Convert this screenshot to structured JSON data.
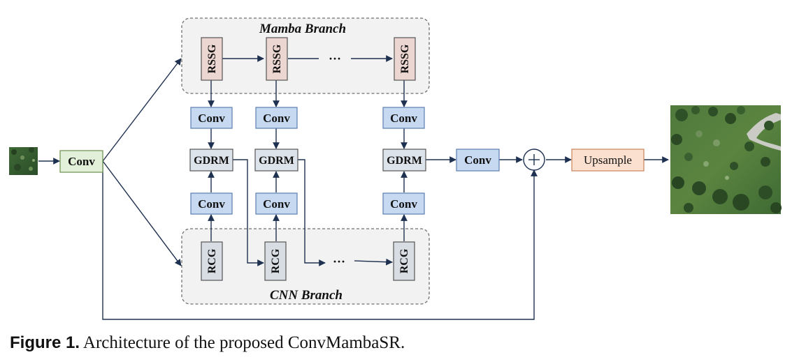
{
  "branches": {
    "mamba_title": "Mamba Branch",
    "cnn_title": "CNN Branch"
  },
  "blocks": {
    "rssg": "RSSG",
    "rcg": "RCG",
    "conv": "Conv",
    "gdrm": "GDRM",
    "upsample": "Upsample",
    "ellipsis": "···",
    "plus": "+"
  },
  "caption": {
    "label": "Figure 1.",
    "text": "Architecture of the proposed ConvMambaSR."
  },
  "colors": {
    "line": "#1f3150",
    "conv_blue": "#c6d9f1",
    "conv_blue_border": "#5a7fb0",
    "conv_input_green": "#e2efd9",
    "conv_input_border": "#6b8f4e",
    "gdrm_gray": "#dde3ea",
    "rssg_pink": "#ecd6d2",
    "rcg_gray": "#d8dde4",
    "upsample_peach": "#fbe0cf",
    "upsample_border": "#c7845a",
    "branch_bg": "#f2f2f2",
    "branch_border": "#6f6f6f"
  }
}
